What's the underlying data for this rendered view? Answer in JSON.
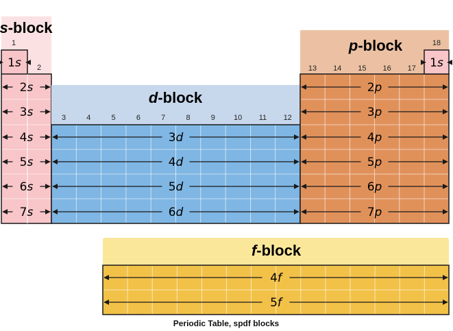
{
  "caption": "Periodic Table, spdf blocks",
  "blocks": {
    "s": {
      "letter": "s",
      "suffix": "-block",
      "groups": [
        "1",
        "2"
      ],
      "orbitals": [
        "1s",
        "2s",
        "3s",
        "4s",
        "5s",
        "6s",
        "7s"
      ]
    },
    "p": {
      "letter": "p",
      "suffix": "-block",
      "groups": [
        "13",
        "14",
        "15",
        "16",
        "17",
        "18"
      ],
      "orbitals": [
        "2p",
        "3p",
        "4p",
        "5p",
        "6p",
        "7p"
      ],
      "helium": "1s"
    },
    "d": {
      "letter": "d",
      "suffix": "-block",
      "groups": [
        "3",
        "4",
        "5",
        "6",
        "7",
        "8",
        "9",
        "10",
        "11",
        "12"
      ],
      "orbitals": [
        "3d",
        "4d",
        "5d",
        "6d"
      ]
    },
    "f": {
      "letter": "f",
      "suffix": "-block",
      "orbitals": [
        "4f",
        "5f"
      ]
    }
  },
  "colors": {
    "s_fill": "#f8c5c8",
    "s_header": "#fbe1e1",
    "p_fill": "#e0915a",
    "p_header": "#ecc1a3",
    "p_helium": "#f8c5c8",
    "d_fill": "#7fb6e3",
    "d_header": "#c8d8ec",
    "f_fill": "#f2c148",
    "f_header": "#fbe79a",
    "outline": "#1a1a1a",
    "grid": "#ffffff"
  }
}
